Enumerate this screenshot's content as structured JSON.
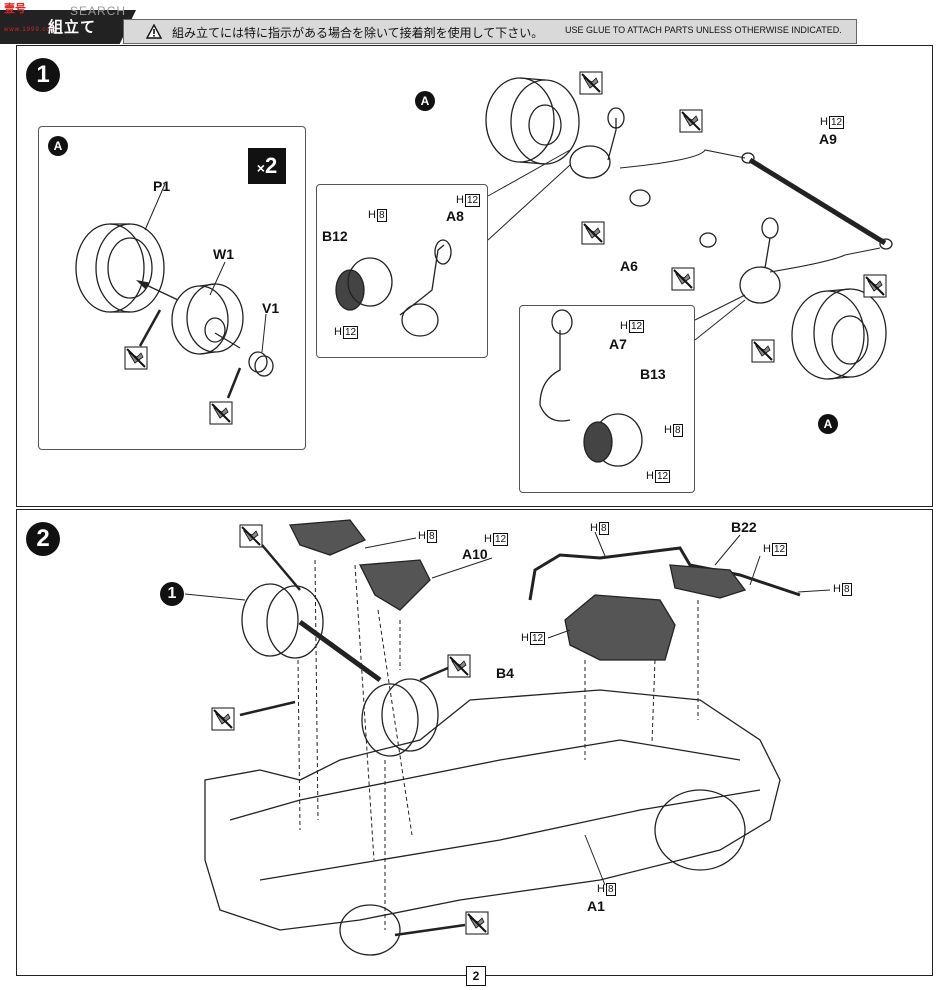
{
  "header": {
    "logo_text": "壹号",
    "logo_subtext": "www.1999.com",
    "site_name": "SEARCH",
    "title": "組立て",
    "warning_jp": "組み立てには特に指示がある場合を除いて接着剤を使用して下さい。",
    "warning_en": "USE GLUE TO ATTACH PARTS UNLESS OTHERWISE INDICATED."
  },
  "step1": {
    "number": "1",
    "sub_a": {
      "ref": "A",
      "multiplier_x": "×",
      "multiplier_n": "2",
      "parts": {
        "p1": "P1",
        "w1": "W1",
        "v1": "V1"
      }
    },
    "sub_b": {
      "parts": {
        "b12": "B12",
        "a8": "A8"
      },
      "h_notes": [
        {
          "prefix": "H",
          "value": "12"
        },
        {
          "prefix": "H",
          "value": "8"
        },
        {
          "prefix": "H",
          "value": "12"
        }
      ]
    },
    "main": {
      "ref_top": "A",
      "ref_bottom": "A",
      "parts": {
        "a9": "A9",
        "a6": "A6"
      },
      "h_note": {
        "prefix": "H",
        "value": "12"
      }
    },
    "sub_c": {
      "parts": {
        "a7": "A7",
        "b13": "B13"
      },
      "h_notes": [
        {
          "prefix": "H",
          "value": "12"
        },
        {
          "prefix": "H",
          "value": "8"
        },
        {
          "prefix": "H",
          "value": "12"
        }
      ]
    }
  },
  "step2": {
    "number": "2",
    "ref_step": "1",
    "parts": {
      "a10": "A10",
      "b4": "B4",
      "b22": "B22",
      "a1": "A1"
    },
    "h_notes": {
      "h8_a": {
        "prefix": "H",
        "value": "8"
      },
      "h12_a": {
        "prefix": "H",
        "value": "12"
      },
      "h8_b": {
        "prefix": "H",
        "value": "8"
      },
      "h12_b": {
        "prefix": "H",
        "value": "12"
      },
      "h8_c": {
        "prefix": "H",
        "value": "8"
      },
      "h12_c": {
        "prefix": "H",
        "value": "12"
      },
      "h8_d": {
        "prefix": "H",
        "value": "8"
      }
    }
  },
  "page_number": "2"
}
